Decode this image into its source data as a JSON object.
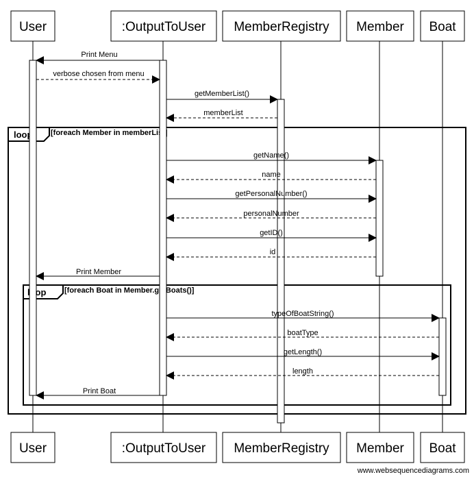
{
  "participants": [
    {
      "id": "user",
      "label": "User"
    },
    {
      "id": "output",
      "label": ":OutputToUser"
    },
    {
      "id": "registry",
      "label": "MemberRegistry"
    },
    {
      "id": "member",
      "label": "Member"
    },
    {
      "id": "boat",
      "label": "Boat"
    }
  ],
  "messages": [
    {
      "from": "output",
      "to": "user",
      "label": "Print Menu",
      "dashed": false
    },
    {
      "from": "user",
      "to": "output",
      "label": "verbose chosen from menu",
      "dashed": true
    },
    {
      "from": "output",
      "to": "registry",
      "label": "getMemberList()",
      "dashed": false
    },
    {
      "from": "registry",
      "to": "output",
      "label": "memberList",
      "dashed": true
    },
    {
      "from": "output",
      "to": "member",
      "label": "getName()",
      "dashed": false
    },
    {
      "from": "member",
      "to": "output",
      "label": "name",
      "dashed": true
    },
    {
      "from": "output",
      "to": "member",
      "label": "getPersonalNumber()",
      "dashed": false
    },
    {
      "from": "member",
      "to": "output",
      "label": "personalNumber",
      "dashed": true
    },
    {
      "from": "output",
      "to": "member",
      "label": "getID()",
      "dashed": false
    },
    {
      "from": "member",
      "to": "output",
      "label": "id",
      "dashed": true
    },
    {
      "from": "output",
      "to": "user",
      "label": "Print Member",
      "dashed": false
    },
    {
      "from": "output",
      "to": "boat",
      "label": "typeOfBoatString()",
      "dashed": false
    },
    {
      "from": "boat",
      "to": "output",
      "label": "boatType",
      "dashed": true
    },
    {
      "from": "output",
      "to": "boat",
      "label": "getLength()",
      "dashed": false
    },
    {
      "from": "boat",
      "to": "output",
      "label": "length",
      "dashed": true
    },
    {
      "from": "output",
      "to": "user",
      "label": "Print Boat",
      "dashed": false
    }
  ],
  "fragments": [
    {
      "kind": "loop",
      "condition": "[foreach Member in memberList]"
    },
    {
      "kind": "loop",
      "condition": "[foreach Boat in Member.getBoats()]"
    }
  ],
  "watermark": "www.websequencediagrams.com"
}
